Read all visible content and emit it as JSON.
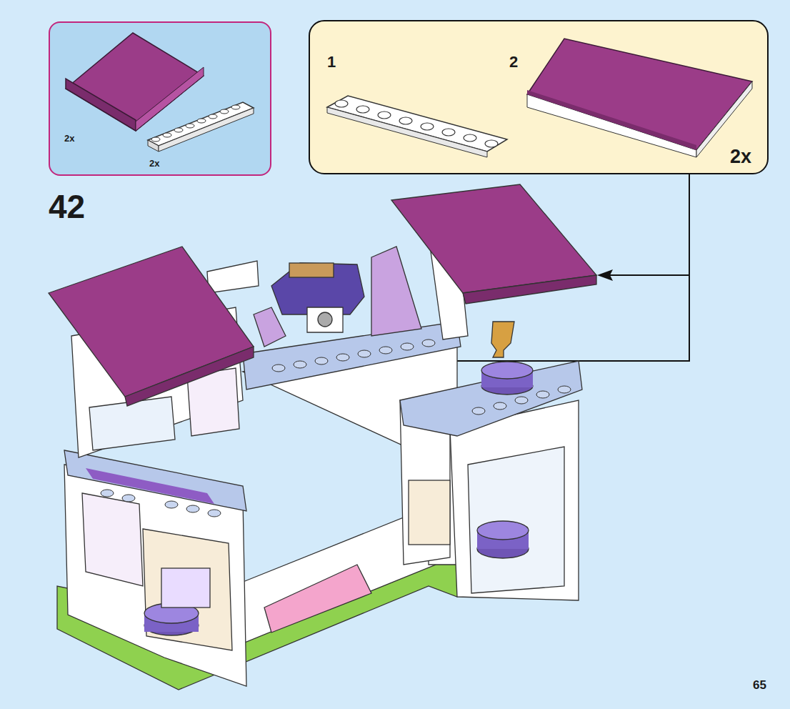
{
  "diagram": {
    "nodes": [
      {
        "text": [
          "2x",
          "2x"
        ]
      },
      {
        "text": [
          "1",
          "2",
          "2x"
        ]
      }
    ],
    "labels": [
      "42",
      "65"
    ]
  }
}
